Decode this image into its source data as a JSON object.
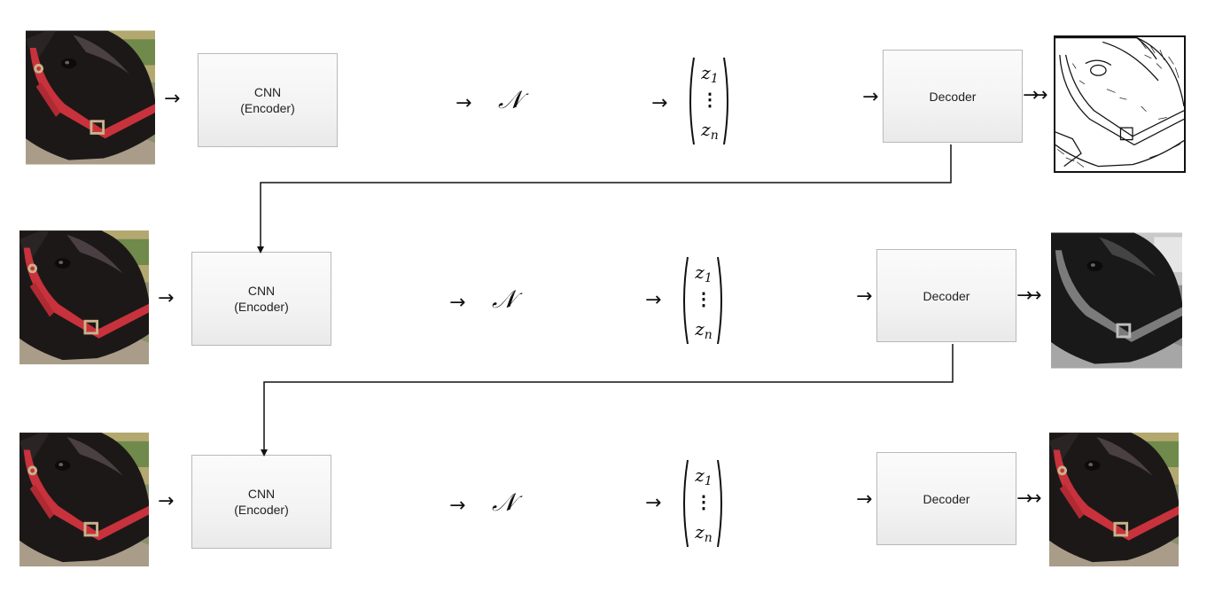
{
  "rows": [
    {
      "encoder": {
        "line1": "CNN",
        "line2": "(Encoder)"
      },
      "distribution_symbol": "𝒩",
      "latent": {
        "first": "z",
        "first_sub": "1",
        "ellipsis": "⋮",
        "last": "z",
        "last_sub": "n"
      },
      "decoder": "Decoder",
      "output_style": "line-sketch"
    },
    {
      "encoder": {
        "line1": "CNN",
        "line2": "(Encoder)"
      },
      "distribution_symbol": "𝒩",
      "latent": {
        "first": "z",
        "first_sub": "1",
        "ellipsis": "⋮",
        "last": "z",
        "last_sub": "n"
      },
      "decoder": "Decoder",
      "output_style": "grayscale"
    },
    {
      "encoder": {
        "line1": "CNN",
        "line2": "(Encoder)"
      },
      "distribution_symbol": "𝒩",
      "latent": {
        "first": "z",
        "first_sub": "1",
        "ellipsis": "⋮",
        "last": "z",
        "last_sub": "n"
      },
      "decoder": "Decoder",
      "output_style": "color"
    }
  ],
  "arrow_glyph": "→",
  "colors": {
    "box_border": "#b9b9b9",
    "halter_red": "#c8323c",
    "horse_dark": "#1b1717"
  }
}
